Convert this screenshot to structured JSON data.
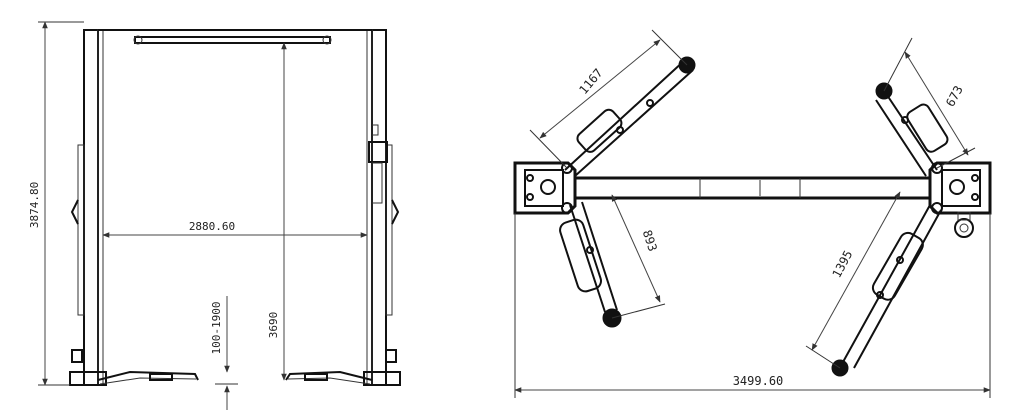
{
  "front_view": {
    "dim_overall_height": "3874.80",
    "dim_overall_width": "2880.60",
    "dim_lift_height": "3690",
    "dim_pad_height": "100-1900"
  },
  "top_view": {
    "dim_overall_width": "3499.60",
    "dim_arm_upper_left": "1167",
    "dim_arm_upper_right": "673",
    "dim_arm_lower_left": "893",
    "dim_arm_lower_right": "1395"
  }
}
